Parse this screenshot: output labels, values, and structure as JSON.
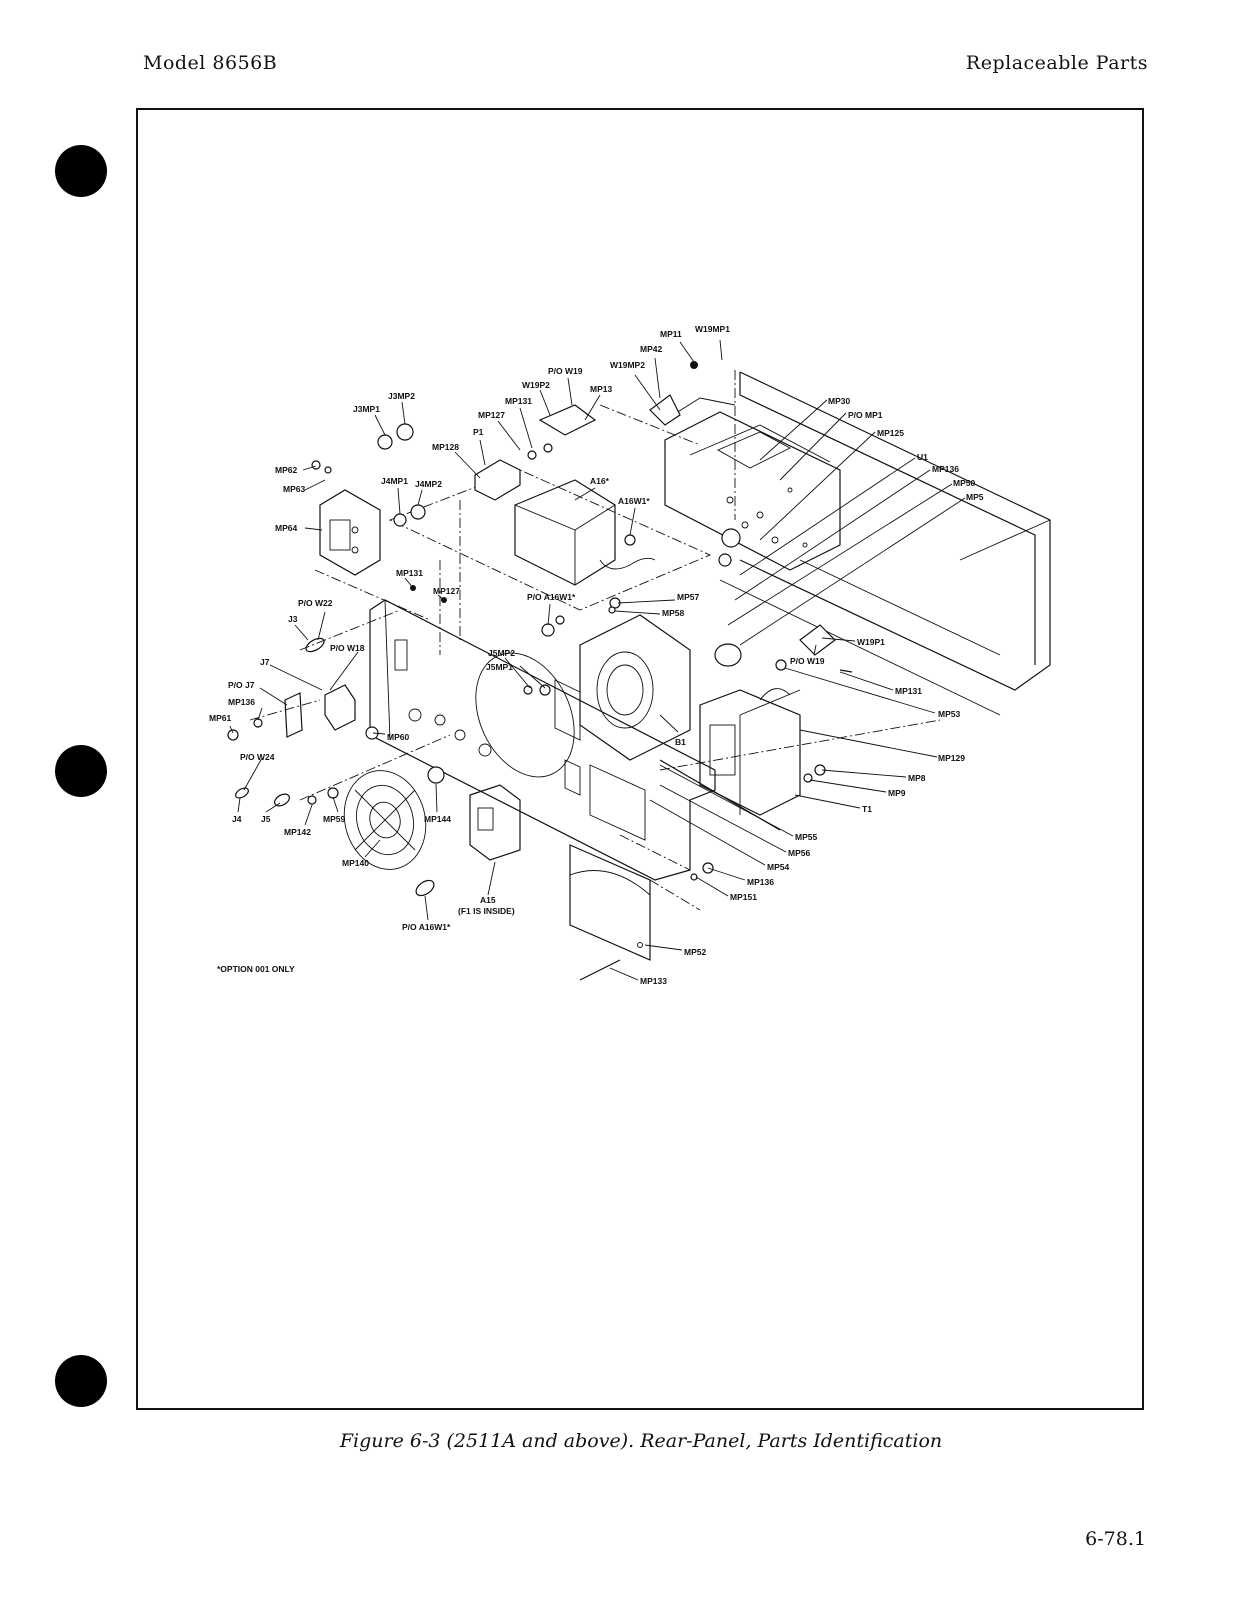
{
  "header": {
    "model": "Model 8656B",
    "section": "Replaceable Parts"
  },
  "figure": {
    "caption": "Figure 6-3 (2511A and above). Rear-Panel, Parts Identification",
    "note": "*OPTION 001 ONLY",
    "callouts": {
      "mp11": "MP11",
      "w19mp1": "W19MP1",
      "mp42": "MP42",
      "w19mp2": "W19MP2",
      "pow19a": "P/O W19",
      "w19p2": "W19P2",
      "mp13": "MP13",
      "mp131a": "MP131",
      "mp127a": "MP127",
      "j3mp2": "J3MP2",
      "j3mp1": "J3MP1",
      "p1": "P1",
      "mp128": "MP128",
      "mp62": "MP62",
      "mp63": "MP63",
      "j4mp1": "J4MP1",
      "j4mp2": "J4MP2",
      "mp64": "MP64",
      "a16": "A16*",
      "a16w1a": "A16W1*",
      "mp30": "MP30",
      "pomp1": "P/O MP1",
      "mp125": "MP125",
      "u1": "U1",
      "mp136a": "MP136",
      "mp50": "MP50",
      "mp5": "MP5",
      "mp131b": "MP131",
      "mp127b": "MP127",
      "pow22": "P/O W22",
      "poa16w1a": "P/O A16W1*",
      "mp57": "MP57",
      "mp58": "MP58",
      "j3": "J3",
      "pow18": "P/O W18",
      "j5mp2": "J5MP2",
      "j5mp1": "J5MP1",
      "j7": "J7",
      "poj7": "P/O J7",
      "mp136b": "MP136",
      "mp61": "MP61",
      "mp60": "MP60",
      "w19p1": "W19P1",
      "pow19b": "P/O W19",
      "mp131c": "MP131",
      "mp53": "MP53",
      "b1": "B1",
      "mp129": "MP129",
      "mp8": "MP8",
      "mp9": "MP9",
      "t1": "T1",
      "pow24": "P/O W24",
      "j4": "J4",
      "j5": "J5",
      "mp59": "MP59",
      "mp142": "MP142",
      "mp144": "MP144",
      "mp140": "MP140",
      "mp55": "MP55",
      "mp56": "MP56",
      "mp54": "MP54",
      "mp136c": "MP136",
      "mp151": "MP151",
      "a15": "A15",
      "a15note": "(F1 IS INSIDE)",
      "poa16w1b": "P/O A16W1*",
      "mp52": "MP52",
      "mp133": "MP133"
    }
  },
  "page_number": "6-78.1"
}
